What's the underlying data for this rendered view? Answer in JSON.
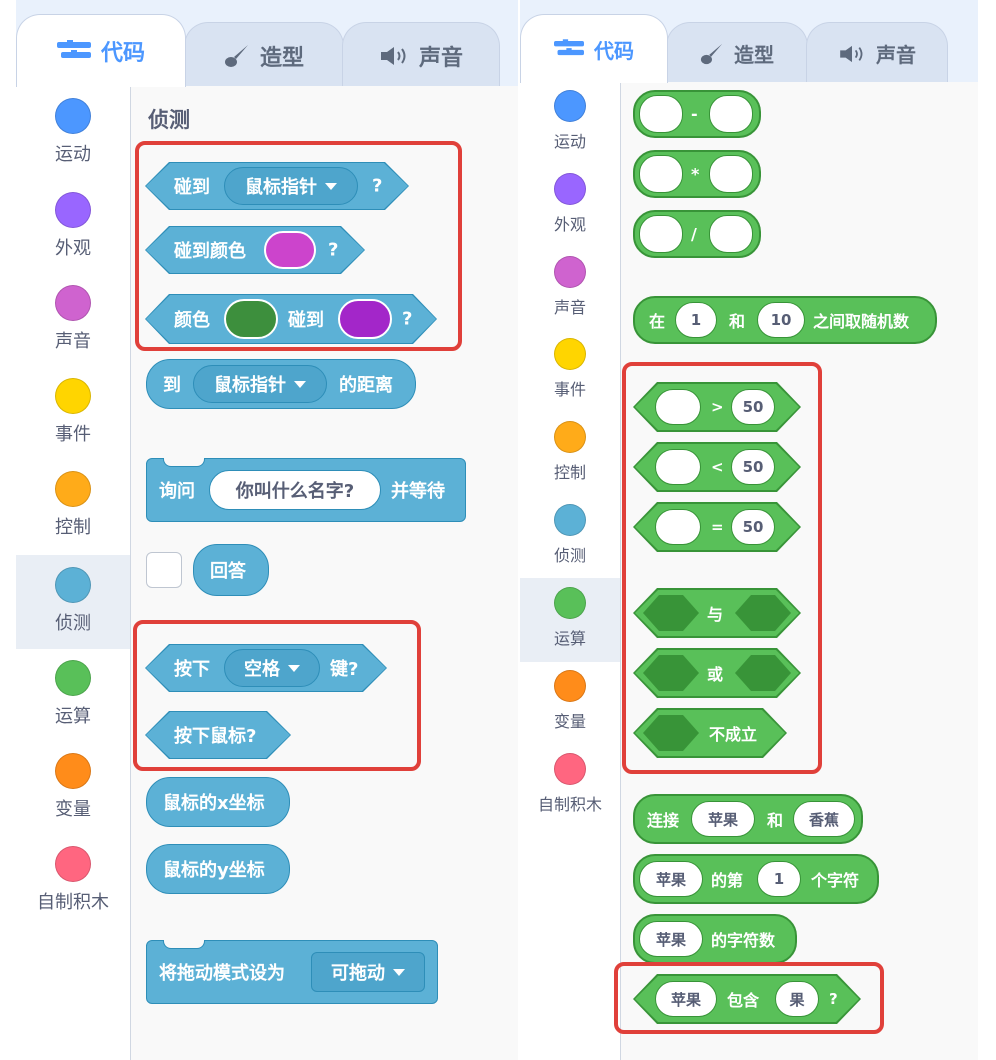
{
  "left": {
    "tabs": [
      {
        "label": "代码",
        "icon": "code-icon"
      },
      {
        "label": "造型",
        "icon": "brush-icon"
      },
      {
        "label": "声音",
        "icon": "speaker-icon"
      }
    ],
    "categories": [
      {
        "label": "运动",
        "color": "#4c97ff"
      },
      {
        "label": "外观",
        "color": "#9966ff"
      },
      {
        "label": "声音",
        "color": "#cf63cf"
      },
      {
        "label": "事件",
        "color": "#ffd500"
      },
      {
        "label": "控制",
        "color": "#ffab19"
      },
      {
        "label": "侦测",
        "color": "#5cb1d6"
      },
      {
        "label": "运算",
        "color": "#59c059"
      },
      {
        "label": "变量",
        "color": "#ff8c1a"
      },
      {
        "label": "自制积木",
        "color": "#ff6680"
      }
    ],
    "selected_category": "侦测",
    "section_title": "侦测",
    "blocks": {
      "touching": {
        "prefix": "碰到",
        "menu": "鼠标指针",
        "suffix": "?"
      },
      "touching_color": {
        "prefix": "碰到颜色",
        "swatch": "#cc44cc",
        "suffix": "?"
      },
      "color_touching": {
        "prefix": "颜色",
        "swatch1": "#3d8f3d",
        "middle": "碰到",
        "swatch2": "#a326c9",
        "suffix": "?"
      },
      "distance": {
        "prefix": "到",
        "menu": "鼠标指针",
        "suffix": "的距离"
      },
      "ask": {
        "prefix": "询问",
        "input": "你叫什么名字?",
        "suffix": "并等待"
      },
      "answer": {
        "label": "回答"
      },
      "key_pressed": {
        "prefix": "按下",
        "menu": "空格",
        "suffix": "键?"
      },
      "mouse_down": {
        "label": "按下鼠标?"
      },
      "mouse_x": {
        "label": "鼠标的x坐标"
      },
      "mouse_y": {
        "label": "鼠标的y坐标"
      },
      "drag_mode": {
        "prefix": "将拖动模式设为",
        "menu": "可拖动"
      }
    }
  },
  "right": {
    "tabs": [
      {
        "label": "代码",
        "icon": "code-icon"
      },
      {
        "label": "造型",
        "icon": "brush-icon"
      },
      {
        "label": "声音",
        "icon": "speaker-icon"
      }
    ],
    "categories": [
      {
        "label": "运动",
        "color": "#4c97ff"
      },
      {
        "label": "外观",
        "color": "#9966ff"
      },
      {
        "label": "声音",
        "color": "#cf63cf"
      },
      {
        "label": "事件",
        "color": "#ffd500"
      },
      {
        "label": "控制",
        "color": "#ffab19"
      },
      {
        "label": "侦测",
        "color": "#5cb1d6"
      },
      {
        "label": "运算",
        "color": "#59c059"
      },
      {
        "label": "变量",
        "color": "#ff8c1a"
      },
      {
        "label": "自制积木",
        "color": "#ff6680"
      }
    ],
    "selected_category": "运算",
    "blocks": {
      "subtract": {
        "op": "-"
      },
      "multiply": {
        "op": "*"
      },
      "divide": {
        "op": "/"
      },
      "random": {
        "prefix": "在",
        "from": "1",
        "mid": "和",
        "to": "10",
        "suffix": "之间取随机数"
      },
      "gt": {
        "op": ">",
        "value": "50"
      },
      "lt": {
        "op": "<",
        "value": "50"
      },
      "eq": {
        "op": "=",
        "value": "50"
      },
      "and": {
        "op": "与"
      },
      "or": {
        "op": "或"
      },
      "not": {
        "op": "不成立"
      },
      "join": {
        "prefix": "连接",
        "a": "苹果",
        "mid": "和",
        "b": "香蕉"
      },
      "letter_of": {
        "str": "苹果",
        "mid": "的第",
        "index": "1",
        "suffix": "个字符"
      },
      "length": {
        "str": "苹果",
        "suffix": "的字符数"
      },
      "contains": {
        "str": "苹果",
        "mid": "包含",
        "sub": "果",
        "suffix": "?"
      }
    }
  },
  "colors": {
    "sensing": "#5cb1d6",
    "sensing_dark": "#2e8eb8",
    "operators": "#59c059",
    "operators_dark": "#389438",
    "highlight": "#e0403a",
    "accent": "#4c97ff"
  }
}
